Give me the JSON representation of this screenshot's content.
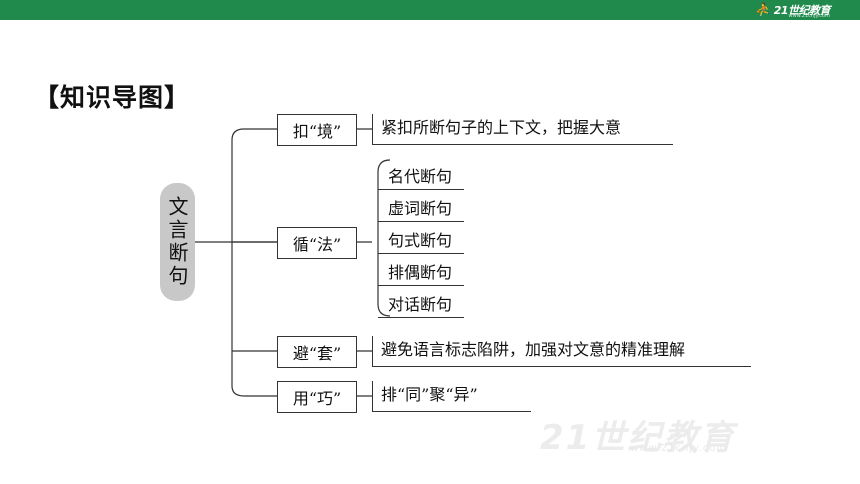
{
  "header": {
    "logo_mark": "⛹",
    "logo_name": "21世纪教育",
    "logo_url": "www.21cnjy.com"
  },
  "heading": "【知识导图】",
  "root": "文言断句",
  "branches": [
    {
      "label": "扣“境”",
      "desc": "紧扣所断句子的上下文，把握大意"
    },
    {
      "label": "循“法”",
      "subs": [
        "名代断句",
        "虚词断句",
        "句式断句",
        "排偶断句",
        "对话断句"
      ]
    },
    {
      "label": "避“套”",
      "desc": "避免语言标志陷阱，加强对文意的精准理解"
    },
    {
      "label": "用“巧”",
      "desc": "排“同”聚“异”"
    }
  ],
  "watermark": {
    "big": "21世纪教育",
    "small": "www.21cnjy.com"
  },
  "colors": {
    "bar": "#1f8a4c",
    "root_bg": "#c8c8c8"
  }
}
